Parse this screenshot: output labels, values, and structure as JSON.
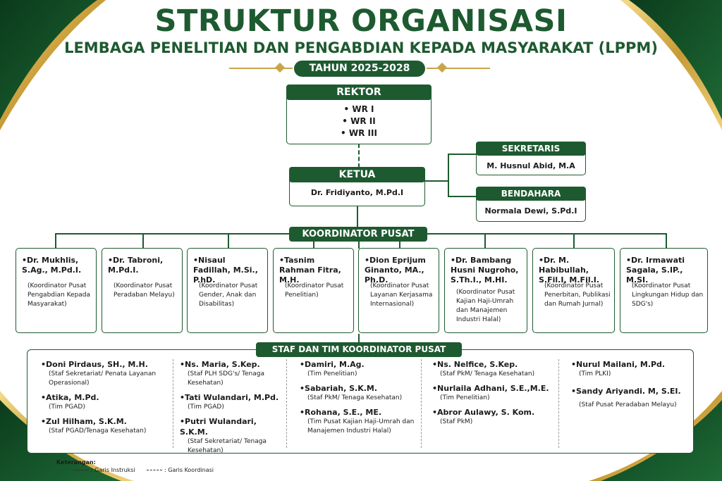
{
  "header": {
    "title": "STRUKTUR ORGANISASI",
    "subtitle": "LEMBAGA PENELITIAN DAN PENGABDIAN KEPADA MASYARAKAT (LPPM)",
    "year": "TAHUN 2025-2028"
  },
  "rektor": {
    "title": "REKTOR",
    "items": [
      "WR I",
      "WR II",
      "WR III"
    ]
  },
  "ketua": {
    "title": "KETUA",
    "name": "Dr. Fridiyanto, M.Pd.I"
  },
  "sekretaris": {
    "title": "SEKRETARIS",
    "name": "M. Husnul Abid, M.A"
  },
  "bendahara": {
    "title": "BENDAHARA",
    "name": "Normala Dewi, S.Pd.I"
  },
  "koordinator": {
    "title": "KOORDINATOR PUSAT",
    "members": [
      {
        "name": "Dr. Mukhlis, S.Ag., M.Pd.I.",
        "role": "(Koordinator Pusat Pengabdian Kepada Masyarakat)"
      },
      {
        "name": "Dr. Tabroni, M.Pd.I.",
        "role": "(Koordinator Pusat Peradaban Melayu)"
      },
      {
        "name": "Nisaul Fadillah, M.Si., P.hD.",
        "role": "(Koordinator Pusat Gender, Anak dan Disabilitas)"
      },
      {
        "name": "Tasnim Rahman Fitra, M.H.",
        "role": "(Koordinator Pusat Penelitian)"
      },
      {
        "name": "Dion Eprijum Ginanto, MA., Ph.D.",
        "role": "(Koordinator Pusat Layanan Kerjasama Internasional)"
      },
      {
        "name": "Dr. Bambang Husni Nugroho, S.Th.I., M.HI.",
        "role": "(Koordinator Pusat Kajian Haji-Umrah dan Manajemen Industri Halal)"
      },
      {
        "name": "Dr. M. Habibullah, S.Fil.I, M.Fil.I.",
        "role": "(Koordinator Pusat Penerbitan, Publikasi dan Rumah Jurnal)"
      },
      {
        "name": "Dr. Irmawati Sagala, S.IP., M.SI.",
        "role": "(Koordinator Pusat Lingkungan Hidup dan SDG's)"
      }
    ]
  },
  "staf": {
    "title": "STAF DAN TIM KOORDINATOR PUSAT",
    "columns": [
      [
        {
          "name": "Doni Pirdaus, SH., M.H.",
          "role": "(Staf Sekretariat/ Penata Layanan Operasional)"
        },
        {
          "name": "Atika, M.Pd.",
          "role": "(Tim PGAD)"
        },
        {
          "name": "Zul Hilham, S.K.M.",
          "role": "(Staf PGAD/Tenaga Kesehatan)"
        }
      ],
      [
        {
          "name": "Ns. Maria, S.Kep.",
          "role": "(Staf PLH SDG's/ Tenaga Kesehatan)"
        },
        {
          "name": "Tati Wulandari, M.Pd.",
          "role": "(Tim PGAD)"
        },
        {
          "name": "Putri Wulandari, S.K.M.",
          "role": "(Staf Sekretariat/ Tenaga Kesehatan)"
        }
      ],
      [
        {
          "name": "Damiri, M.Ag.",
          "role": "(Tim Penelitian)"
        },
        {
          "name": "Sabariah, S.K.M.",
          "role": "(Staf PkM/ Tenaga Kesehatan)"
        },
        {
          "name": "Rohana, S.E., ME.",
          "role": "(Tim Pusat Kajian Haji-Umrah dan Manajemen Industri Halal)"
        }
      ],
      [
        {
          "name": "Ns. Nelfice, S.Kep.",
          "role": "(Staf PkM/ Tenaga Kesehatan)"
        },
        {
          "name": "Nurlaila Adhani, S.E.,M.E.",
          "role": "(Tim Penelitian)"
        },
        {
          "name": "Abror Aulawy, S. Kom.",
          "role": "(Staf PkM)"
        }
      ],
      [
        {
          "name": "Nurul Mailani, M.Pd.",
          "role": "(Tim PLKI)"
        },
        {
          "name": "Sandy Ariyandi. M, S.EI.",
          "role": "(Staf Pusat Peradaban Melayu)"
        }
      ]
    ]
  },
  "legend": {
    "title": "Keterangan:",
    "solid": ": Garis Instruksi",
    "dashed": ": Garis Koordinasi"
  },
  "colors": {
    "primary_green": "#1e5a30",
    "gold": "#c9a54a",
    "dark_green": "#0f3d1e"
  }
}
